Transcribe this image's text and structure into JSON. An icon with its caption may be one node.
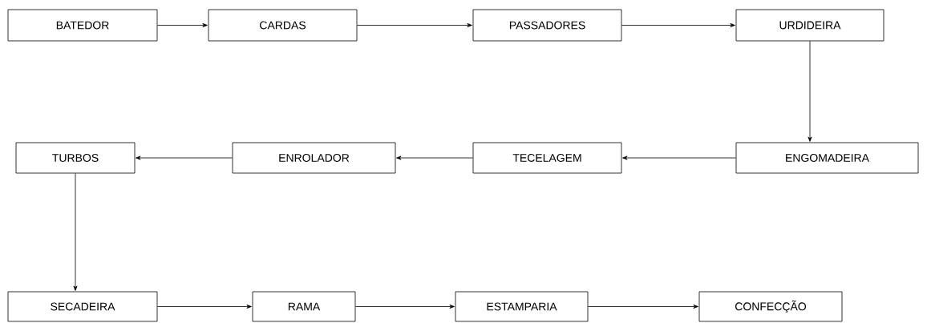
{
  "diagram": {
    "nodes": [
      {
        "text": [
          "BATEDOR"
        ]
      },
      {
        "text": [
          "CARDAS"
        ]
      },
      {
        "text": [
          "PASSADORES"
        ]
      },
      {
        "text": [
          "URDIDEIRA"
        ]
      },
      {
        "text": [
          "TURBOS"
        ]
      },
      {
        "text": [
          "ENROLADOR"
        ]
      },
      {
        "text": [
          "TECELAGEM"
        ]
      },
      {
        "text": [
          "ENGOMADEIRA"
        ]
      },
      {
        "text": [
          "SECADEIRA"
        ]
      },
      {
        "text": [
          "RAMA"
        ]
      },
      {
        "text": [
          "ESTAMPARIA"
        ]
      },
      {
        "text": [
          "CONFECÇÃO"
        ]
      }
    ],
    "edges": [
      {
        "from": 0,
        "to": 1,
        "arrow": "to"
      },
      {
        "from": 1,
        "to": 2,
        "arrow": "to"
      },
      {
        "from": 2,
        "to": 3,
        "arrow": "to"
      },
      {
        "from": 3,
        "to": 7,
        "arrow": "to"
      },
      {
        "from": 7,
        "to": 6,
        "arrow": "to"
      },
      {
        "from": 6,
        "to": 5,
        "arrow": "to"
      },
      {
        "from": 5,
        "to": 4,
        "arrow": "to"
      },
      {
        "from": 4,
        "to": 8,
        "arrow": "to"
      },
      {
        "from": 8,
        "to": 9,
        "arrow": "to"
      },
      {
        "from": 9,
        "to": 10,
        "arrow": "to"
      },
      {
        "from": 10,
        "to": 11,
        "arrow": "to"
      }
    ]
  }
}
